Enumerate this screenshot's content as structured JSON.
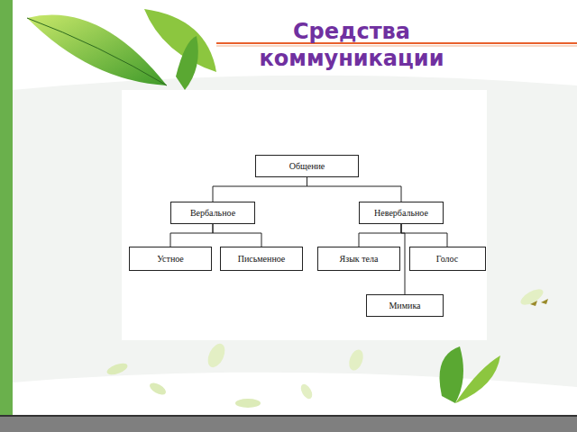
{
  "diagram": {
    "title": "Средства коммуникации",
    "nodes": [
      {
        "text": [
          "Общение"
        ]
      },
      {
        "text": [
          "Вербальное"
        ]
      },
      {
        "text": [
          "Невербальное"
        ]
      },
      {
        "text": [
          "Устное"
        ]
      },
      {
        "text": [
          "Письменное"
        ]
      },
      {
        "text": [
          "Язык тела"
        ]
      },
      {
        "text": [
          "Голос"
        ]
      },
      {
        "text": [
          "Мимика"
        ]
      }
    ],
    "edges": [
      {
        "from": 0,
        "to": 1,
        "arrow": "none"
      },
      {
        "from": 0,
        "to": 2,
        "arrow": "none"
      },
      {
        "from": 1,
        "to": 3,
        "arrow": "none"
      },
      {
        "from": 1,
        "to": 4,
        "arrow": "none"
      },
      {
        "from": 2,
        "to": 5,
        "arrow": "none"
      },
      {
        "from": 2,
        "to": 6,
        "arrow": "none"
      },
      {
        "from": 2,
        "to": 7,
        "arrow": "none"
      }
    ]
  }
}
